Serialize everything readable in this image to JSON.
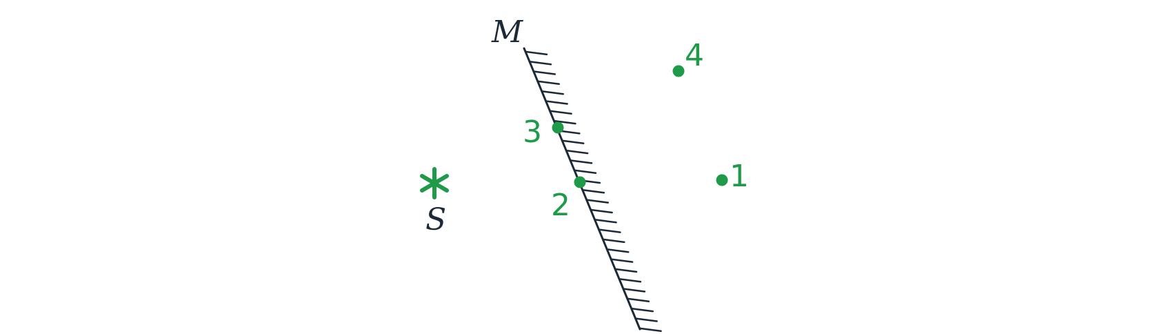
{
  "colors": {
    "ink": "#1b2a36",
    "accent": "#1e9a48"
  },
  "mirror": {
    "label": "M"
  },
  "source": {
    "label": "S",
    "icon": "asterisk-icon"
  },
  "points": [
    {
      "label": "1"
    },
    {
      "label": "2"
    },
    {
      "label": "3"
    },
    {
      "label": "4"
    }
  ]
}
